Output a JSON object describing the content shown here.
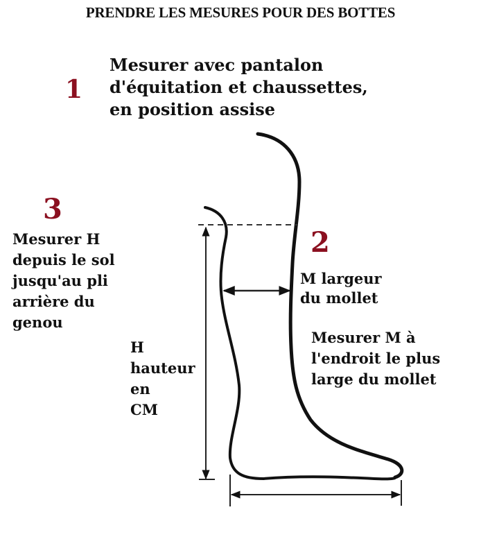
{
  "title": "PRENDRE LES MESURES POUR DES BOTTES",
  "colors": {
    "step_number": "#8b1020",
    "text": "#111111",
    "lines": "#111111",
    "background": "#ffffff"
  },
  "steps": [
    {
      "number": "1",
      "lines": [
        "Mesurer avec pantalon",
        "d'équitation et chaussettes,",
        "en position assise"
      ]
    },
    {
      "number": "2",
      "label_lines": [
        "M largeur",
        "du mollet"
      ],
      "lines": [
        "Mesurer M à",
        "l'endroit le plus",
        "large du mollet"
      ]
    },
    {
      "number": "3",
      "lines": [
        "Mesurer H",
        "depuis le sol",
        "jusqu'au pli",
        "arrière du",
        "genou"
      ]
    }
  ],
  "height_label": [
    "H",
    "hauteur",
    "en",
    "CM"
  ],
  "diagram": {
    "subject": "boot-leg-outline",
    "arrows": [
      "calf-width-arrow",
      "height-arrow",
      "foot-length-arrow"
    ],
    "dashed_line": "knee-crease-line"
  }
}
